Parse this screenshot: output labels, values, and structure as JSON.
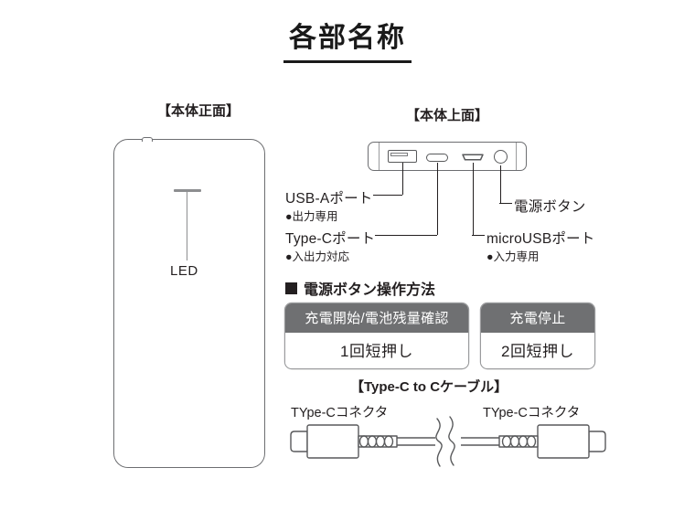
{
  "document": {
    "title": "各部名称"
  },
  "sections": {
    "front": {
      "caption": "【本体正面】",
      "led_label": "LED"
    },
    "top": {
      "caption": "【本体上面】",
      "callouts": [
        {
          "label": "USB-Aポート",
          "note": "●出力専用"
        },
        {
          "label": "Type-Cポート",
          "note": "●入出力対応"
        },
        {
          "label": "microUSBポート",
          "note": "●入力専用"
        },
        {
          "label": "電源ボタン",
          "note": ""
        }
      ]
    },
    "operation": {
      "heading": "電源ボタン操作方法",
      "rows": [
        {
          "header": "充電開始/電池残量確認",
          "value": "1回短押し"
        },
        {
          "header": "充電停止",
          "value": "2回短押し"
        }
      ]
    },
    "cable": {
      "caption": "【Type-C to Cケーブル】",
      "connector_left": "TYpe-Cコネクタ",
      "connector_right": "TYpe-Cコネクタ"
    }
  },
  "icons": {
    "usb_a_port": "usb-a-port-icon",
    "type_c_port": "type-c-port-icon",
    "micro_usb_port": "micro-usb-port-icon",
    "power_button": "power-button-icon",
    "led_indicator": "led-indicator-icon",
    "section_bullet": "filled-square-icon"
  },
  "colors": {
    "background": "#ffffff",
    "text": "#231f20",
    "outline": "#6d6e71",
    "table_header_bg": "#6f7072",
    "table_header_text": "#ffffff",
    "table_border": "#9a9b9d"
  }
}
